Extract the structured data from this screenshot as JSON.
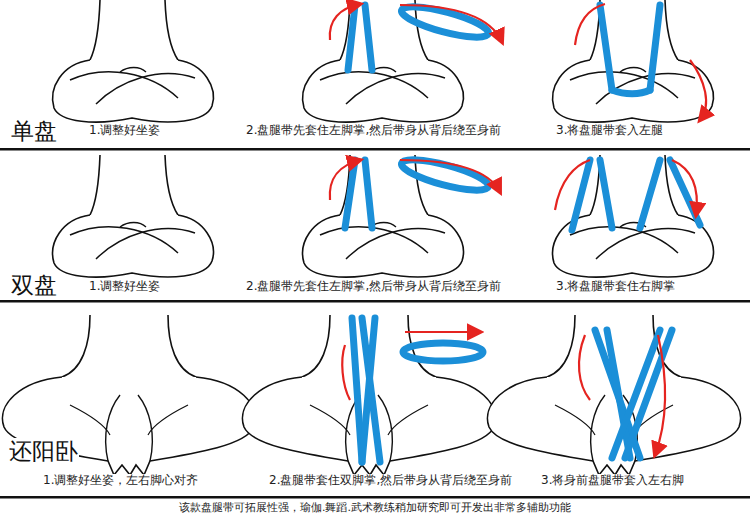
{
  "diagram": {
    "caption": "该款盘腿带可拓展性强，瑜伽.舞蹈.武术教练稍加研究即可开发出非常多辅助功能",
    "labels": [
      "单盘",
      "1.调整好坐姿",
      "2.盘腿带先套住左脚掌,然后带身从背后绕至身前",
      "3.将盘腿带套入左腿",
      "双盘",
      "1.调整好坐姿",
      "2.盘腿带先套住左脚掌,然后带身从背后绕至身前",
      "3.将盘腿带套住右脚掌",
      "还阳卧",
      "1.调整好坐姿，左右脚心对齐",
      "2.盘腿带套住双脚掌,然后带身从背后绕至身前",
      "3.将身前盘腿带套入左右脚"
    ]
  }
}
